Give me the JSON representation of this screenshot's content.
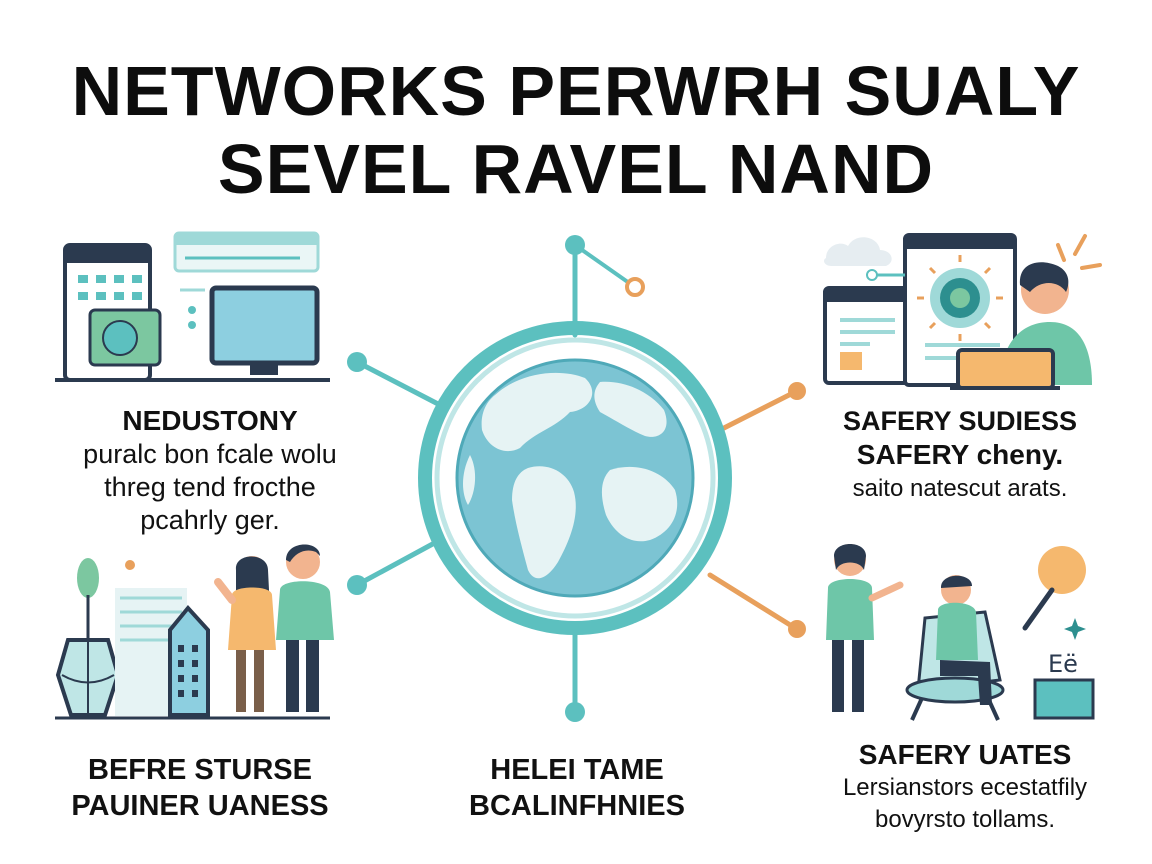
{
  "title": {
    "line1": "NETWORKS PERWRH SUALY",
    "line2": "SEVEL RAVEL NAND"
  },
  "blocks": {
    "left_top": {
      "heading": "NEDUSTONY",
      "lines": [
        "puralc bon fcale wolu",
        "threg tend frocthe",
        "pcahrly ger."
      ]
    },
    "right_top": {
      "heading": "SAFERY SUDIESS",
      "sub": "SAFERY cheny.",
      "line": "saito natescut arats."
    },
    "left_bottom": {
      "lines": [
        "BEFRE STURSE",
        "PAUINER UANESS"
      ]
    },
    "center_bottom": {
      "lines": [
        "HELEI TAME",
        "BCALINFHNIES"
      ]
    },
    "right_bottom": {
      "heading": "SAFERY UATES",
      "lines": [
        "Lersianstors ecestatfily",
        "bovyrsto tollams."
      ]
    }
  },
  "colors": {
    "teal": "#5cc0bf",
    "teal_dark": "#2d8f8f",
    "orange": "#e8a05c",
    "navy": "#2b3a4f",
    "globe_water": "#7cc4d3",
    "globe_land": "#e6f3f4",
    "green": "#7cc7a0"
  },
  "icons": [
    "globe-icon",
    "calendar-icon",
    "monitor-icon",
    "browser-window-icon",
    "person-icon",
    "cloud-icon",
    "gear-icon",
    "lightbulb-icon",
    "chair-icon",
    "vase-icon",
    "building-icon",
    "spark-icon"
  ]
}
